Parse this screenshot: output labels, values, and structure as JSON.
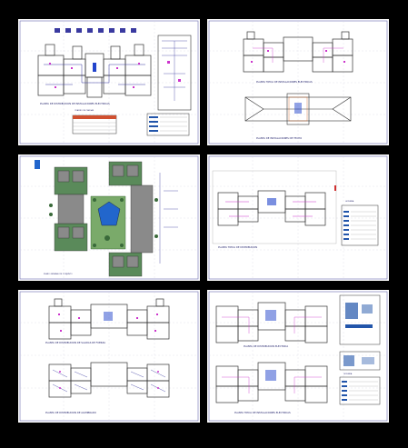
{
  "window": {
    "title": ""
  },
  "sheets": [
    {
      "id": "sheet-1",
      "caption": "PLANTA DE DISTRIBUCION DE INSTALACIONES ELECTRICAS",
      "legend_title": "CUADRO DE CARGAS"
    },
    {
      "id": "sheet-2",
      "caption": "PLANTA TIPICA DE INSTALACIONES ELECTRICAS",
      "caption2": "PLANTA DE INSTALACIONES DE TECHO"
    },
    {
      "id": "sheet-3",
      "caption": "PLANO GENERAL DE CONJUNTO"
    },
    {
      "id": "sheet-4",
      "caption": "PLANTA TIPICA DE DISTRIBUCION",
      "legend_title": "LEYENDA"
    },
    {
      "id": "sheet-5",
      "caption": "PLANTA DE DISTRIBUCION DE SALIDAS DE FUERZA",
      "caption2": "PLANTA DE DISTRIBUCION DE ALUMBRADO"
    },
    {
      "id": "sheet-6",
      "caption": "PLANTA DE DISTRIBUCION ELECTRICA",
      "caption2": "PLANTA TIPICA DE INSTALACIONES ELECTRICAS",
      "legend_title": "LEYENDA"
    }
  ],
  "colors": {
    "background": "#000000",
    "sheet": "#ffffff",
    "line": "#3a3aa0",
    "magenta": "#cc33cc",
    "grid": "#c8c8d8",
    "green": "#4a7a4a"
  }
}
